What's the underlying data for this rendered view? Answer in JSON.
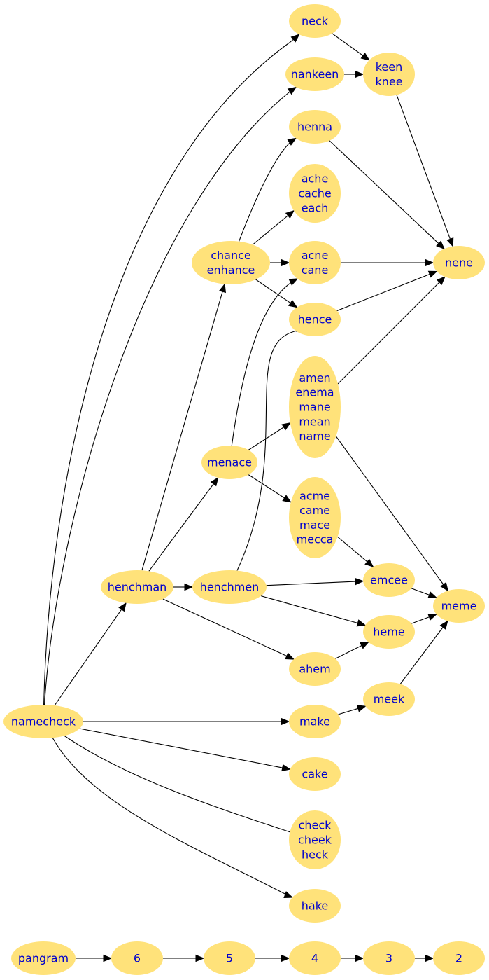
{
  "colors": {
    "node_fill": "#ffe27a",
    "node_text": "#0000cc",
    "edge": "#000000",
    "background": "#ffffff"
  },
  "nodes": [
    {
      "id": "neck",
      "lines": [
        "neck"
      ]
    },
    {
      "id": "nankeen",
      "lines": [
        "nankeen"
      ]
    },
    {
      "id": "keen",
      "lines": [
        "keen",
        "knee"
      ]
    },
    {
      "id": "henna",
      "lines": [
        "henna"
      ]
    },
    {
      "id": "ache",
      "lines": [
        "ache",
        "cache",
        "each"
      ]
    },
    {
      "id": "chance",
      "lines": [
        "chance",
        "enhance"
      ]
    },
    {
      "id": "acne",
      "lines": [
        "acne",
        "cane"
      ]
    },
    {
      "id": "nene",
      "lines": [
        "nene"
      ]
    },
    {
      "id": "hence",
      "lines": [
        "hence"
      ]
    },
    {
      "id": "amen",
      "lines": [
        "amen",
        "enema",
        "mane",
        "mean",
        "name"
      ]
    },
    {
      "id": "menace",
      "lines": [
        "menace"
      ]
    },
    {
      "id": "acme",
      "lines": [
        "acme",
        "came",
        "mace",
        "mecca"
      ]
    },
    {
      "id": "henchman",
      "lines": [
        "henchman"
      ]
    },
    {
      "id": "henchmen",
      "lines": [
        "henchmen"
      ]
    },
    {
      "id": "emcee",
      "lines": [
        "emcee"
      ]
    },
    {
      "id": "meme",
      "lines": [
        "meme"
      ]
    },
    {
      "id": "heme",
      "lines": [
        "heme"
      ]
    },
    {
      "id": "ahem",
      "lines": [
        "ahem"
      ]
    },
    {
      "id": "meek",
      "lines": [
        "meek"
      ]
    },
    {
      "id": "namecheck",
      "lines": [
        "namecheck"
      ]
    },
    {
      "id": "make",
      "lines": [
        "make"
      ]
    },
    {
      "id": "cake",
      "lines": [
        "cake"
      ]
    },
    {
      "id": "check",
      "lines": [
        "check",
        "cheek",
        "heck"
      ]
    },
    {
      "id": "hake",
      "lines": [
        "hake"
      ]
    },
    {
      "id": "pangram",
      "lines": [
        "pangram"
      ]
    },
    {
      "id": "n6",
      "lines": [
        "6"
      ]
    },
    {
      "id": "n5",
      "lines": [
        "5"
      ]
    },
    {
      "id": "n4",
      "lines": [
        "4"
      ]
    },
    {
      "id": "n3",
      "lines": [
        "3"
      ]
    },
    {
      "id": "n2",
      "lines": [
        "2"
      ]
    }
  ],
  "edges": [
    {
      "from": "neck",
      "to": "keen"
    },
    {
      "from": "nankeen",
      "to": "keen"
    },
    {
      "from": "keen",
      "to": "nene"
    },
    {
      "from": "henna",
      "to": "nene"
    },
    {
      "from": "acne",
      "to": "nene"
    },
    {
      "from": "hence",
      "to": "nene"
    },
    {
      "from": "amen",
      "to": "nene"
    },
    {
      "from": "chance",
      "to": "henna"
    },
    {
      "from": "chance",
      "to": "ache"
    },
    {
      "from": "chance",
      "to": "acne"
    },
    {
      "from": "chance",
      "to": "hence"
    },
    {
      "from": "menace",
      "to": "acne"
    },
    {
      "from": "menace",
      "to": "amen"
    },
    {
      "from": "menace",
      "to": "acme"
    },
    {
      "from": "amen",
      "to": "meme"
    },
    {
      "from": "acme",
      "to": "emcee"
    },
    {
      "from": "henchman",
      "to": "chance"
    },
    {
      "from": "henchman",
      "to": "menace"
    },
    {
      "from": "henchman",
      "to": "henchmen"
    },
    {
      "from": "henchman",
      "to": "ahem"
    },
    {
      "from": "henchmen",
      "to": "hence"
    },
    {
      "from": "henchmen",
      "to": "emcee"
    },
    {
      "from": "henchmen",
      "to": "heme"
    },
    {
      "from": "emcee",
      "to": "meme"
    },
    {
      "from": "heme",
      "to": "meme"
    },
    {
      "from": "ahem",
      "to": "heme"
    },
    {
      "from": "meek",
      "to": "meme"
    },
    {
      "from": "make",
      "to": "meek"
    },
    {
      "from": "namecheck",
      "to": "neck"
    },
    {
      "from": "namecheck",
      "to": "nankeen"
    },
    {
      "from": "namecheck",
      "to": "henchman"
    },
    {
      "from": "namecheck",
      "to": "make"
    },
    {
      "from": "namecheck",
      "to": "cake"
    },
    {
      "from": "namecheck",
      "to": "check"
    },
    {
      "from": "namecheck",
      "to": "hake"
    },
    {
      "from": "pangram",
      "to": "n6"
    },
    {
      "from": "n6",
      "to": "n5"
    },
    {
      "from": "n5",
      "to": "n4"
    },
    {
      "from": "n4",
      "to": "n3"
    },
    {
      "from": "n3",
      "to": "n2"
    }
  ]
}
